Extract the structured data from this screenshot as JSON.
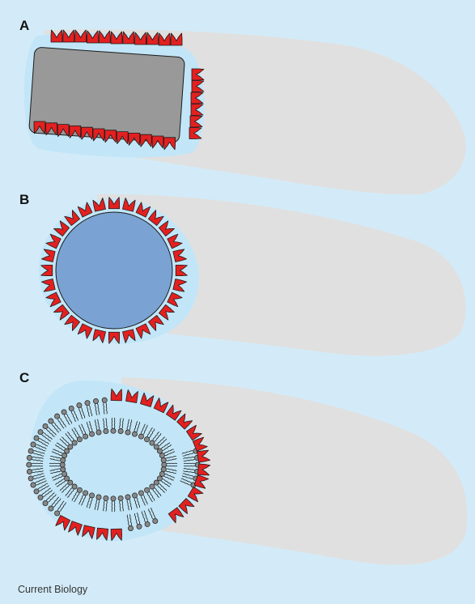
{
  "panels": [
    {
      "id": "A",
      "label": "A",
      "particle": "rectangle",
      "particle_color": "#999999"
    },
    {
      "id": "B",
      "label": "B",
      "particle": "circle",
      "particle_color": "#7aa3d4"
    },
    {
      "id": "C",
      "label": "C",
      "particle": "vesicle",
      "particle_color": "#ffffff"
    }
  ],
  "footer_text": "Current Biology",
  "colors": {
    "background": "#d3ebf8",
    "cell_shadow": "#e0e0e0",
    "halo": "#c2e6f7",
    "protein": "#e32020",
    "lipid_head": "#888888",
    "outline": "#1a1a1a"
  },
  "icons": {
    "protein": "red-protein-cup-icon",
    "lipid": "lipid-molecule-icon"
  }
}
